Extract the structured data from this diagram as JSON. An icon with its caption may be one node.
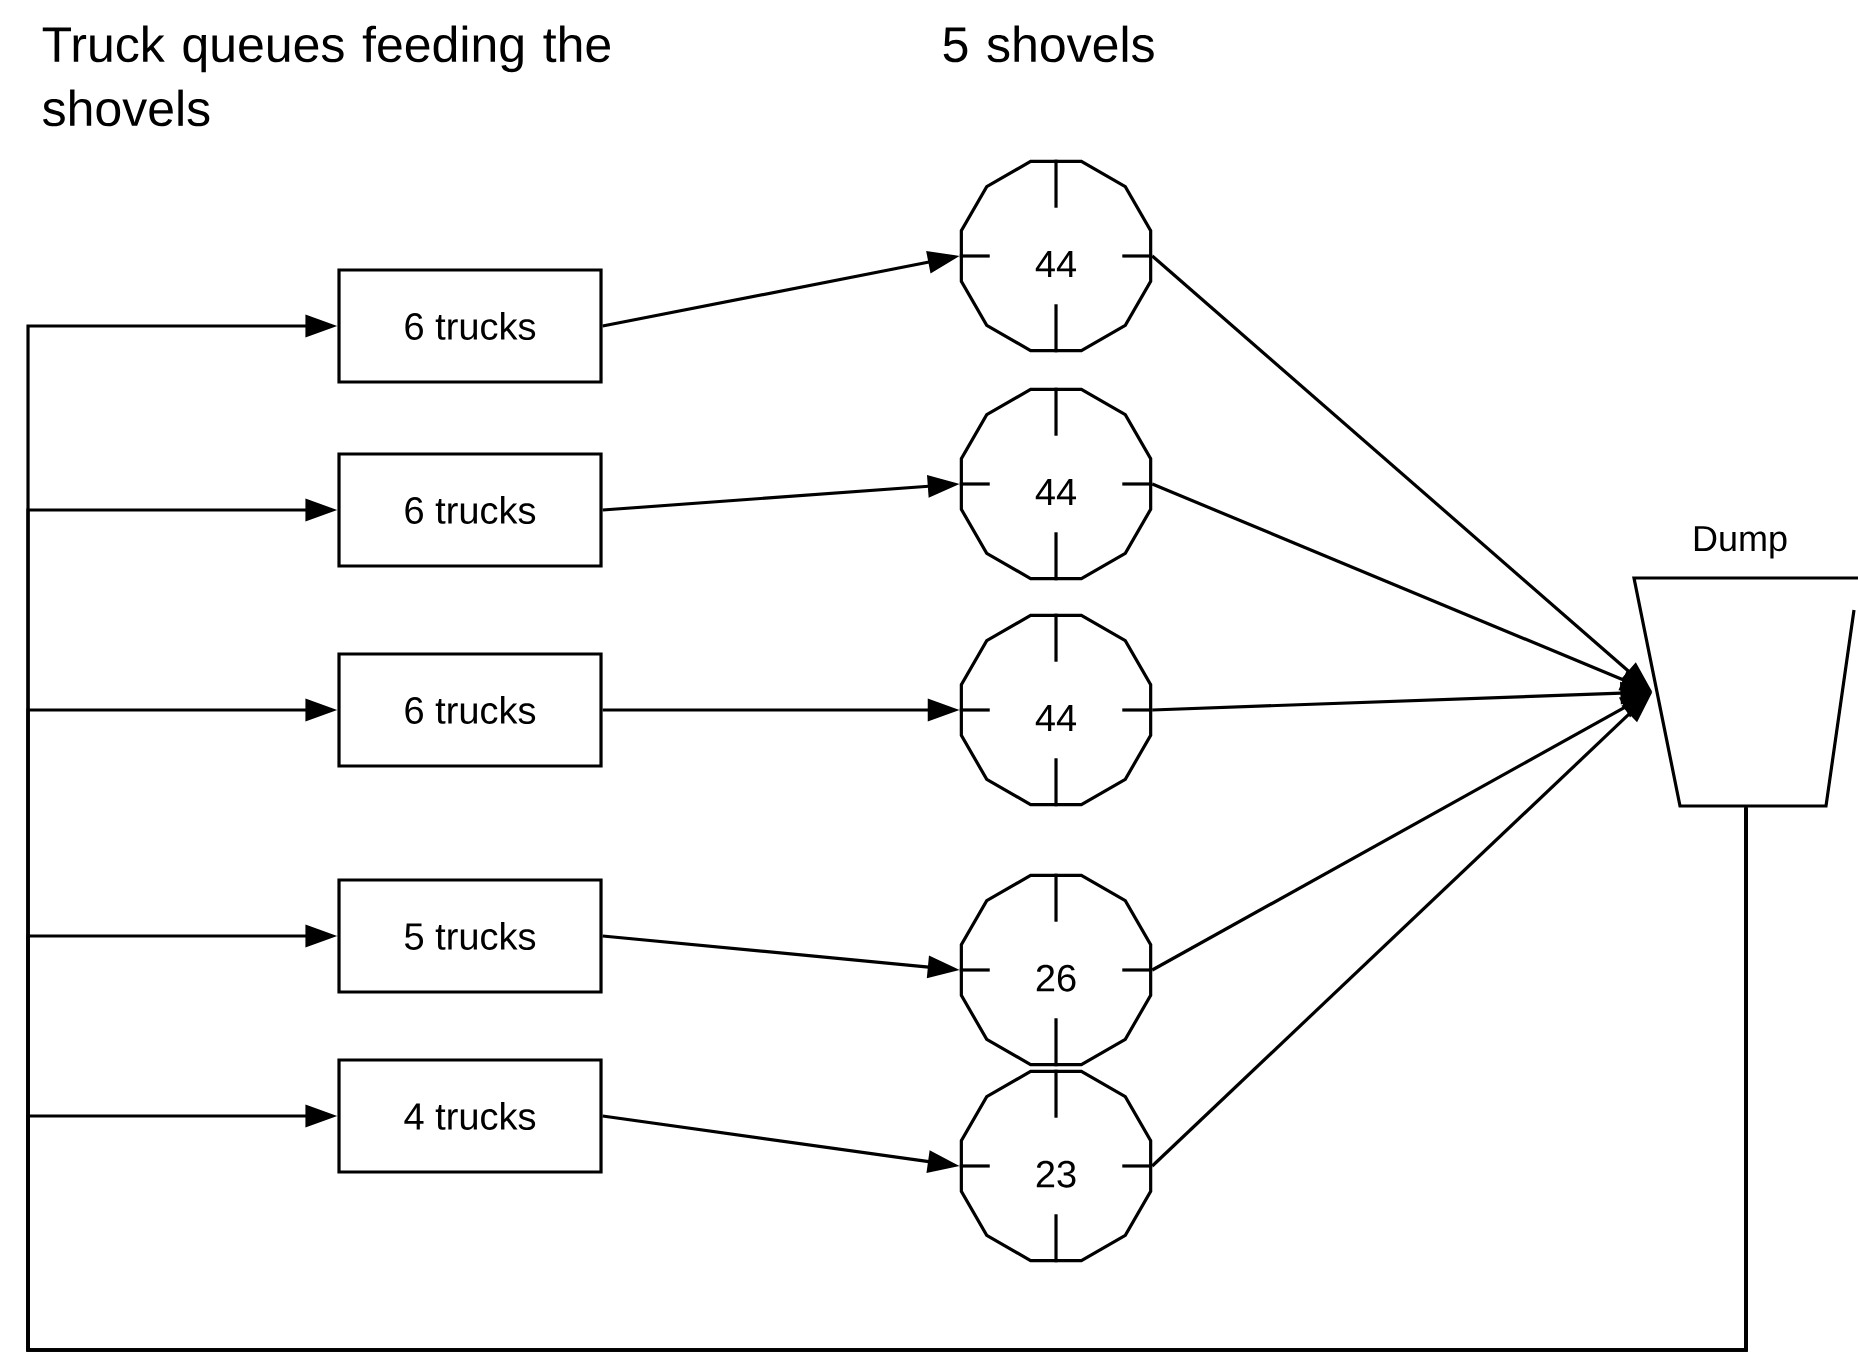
{
  "diagram": {
    "nodes": [
      {
        "text": [
          "6 trucks"
        ]
      },
      {
        "text": [
          "6 trucks"
        ]
      },
      {
        "text": [
          "6 trucks"
        ]
      },
      {
        "text": [
          "5 trucks"
        ]
      },
      {
        "text": [
          "4 trucks"
        ]
      },
      {
        "text": [
          "44"
        ]
      },
      {
        "text": [
          "44"
        ]
      },
      {
        "text": [
          "44"
        ]
      },
      {
        "text": [
          "26"
        ]
      },
      {
        "text": [
          "23"
        ]
      },
      {
        "text": [
          "Dump"
        ]
      }
    ],
    "edges": [
      {
        "from": 0,
        "to": 5,
        "arrow": "to"
      },
      {
        "from": 1,
        "to": 6,
        "arrow": "to"
      },
      {
        "from": 2,
        "to": 7,
        "arrow": "to"
      },
      {
        "from": 3,
        "to": 8,
        "arrow": "to"
      },
      {
        "from": 4,
        "to": 9,
        "arrow": "to"
      },
      {
        "from": 5,
        "to": 10,
        "arrow": "to"
      },
      {
        "from": 6,
        "to": 10,
        "arrow": "to"
      },
      {
        "from": 7,
        "to": 10,
        "arrow": "to"
      },
      {
        "from": 8,
        "to": 10,
        "arrow": "to"
      },
      {
        "from": 9,
        "to": 10,
        "arrow": "to"
      },
      {
        "from": 10,
        "to": 0,
        "arrow": "to"
      },
      {
        "from": 10,
        "to": 1,
        "arrow": "to"
      },
      {
        "from": 10,
        "to": 2,
        "arrow": "to"
      },
      {
        "from": 10,
        "to": 3,
        "arrow": "to"
      },
      {
        "from": 10,
        "to": 4,
        "arrow": "to"
      }
    ],
    "labels": [
      "Truck queues feeding the shovels",
      "5 shovels"
    ]
  }
}
